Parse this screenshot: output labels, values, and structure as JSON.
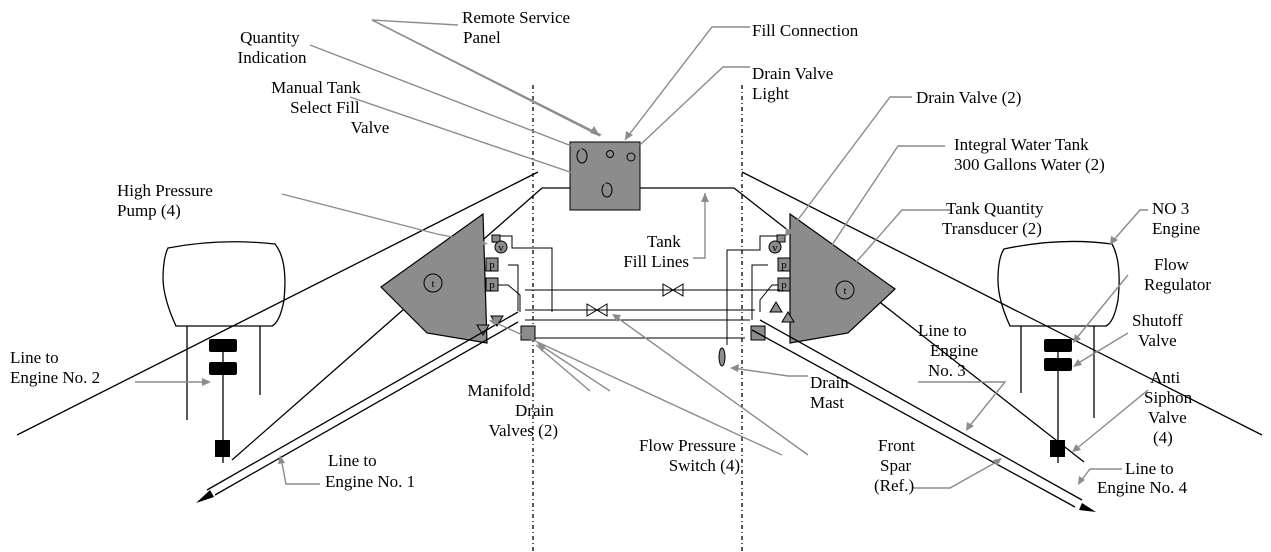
{
  "labels": {
    "remote_service_panel": [
      "Remote Service",
      "Panel"
    ],
    "fill_connection": [
      "Fill Connection"
    ],
    "quantity_indication": [
      "Quantity",
      "Indication"
    ],
    "drain_valve_light": [
      "Drain Valve",
      "Light"
    ],
    "manual_tank_select": [
      "Manual Tank",
      "Select Fill",
      "Valve"
    ],
    "drain_valve_2": [
      "Drain Valve (2)"
    ],
    "integral_water_tank": [
      "Integral Water Tank",
      "300 Gallons Water (2)"
    ],
    "high_pressure_pump": [
      "High Pressure",
      "Pump (4)"
    ],
    "tank_quantity_transducer": [
      "Tank Quantity",
      "Transducer (2)"
    ],
    "no3_engine": [
      "NO 3",
      "Engine"
    ],
    "tank_fill_lines": [
      "Tank",
      "Fill Lines"
    ],
    "flow_regulator": [
      "Flow",
      "Regulator"
    ],
    "shutoff_valve": [
      "Shutoff",
      "Valve"
    ],
    "line_engine_2": [
      "Line to",
      "Engine No. 2"
    ],
    "line_engine_3": [
      "Line to",
      "Engine",
      "No. 3"
    ],
    "manifold_drain": [
      "Manifold",
      "Drain",
      "Valves (2)"
    ],
    "drain_mast": [
      "Drain",
      "Mast"
    ],
    "anti_siphon": [
      "Anti",
      "Siphon",
      "Valve",
      "(4)"
    ],
    "flow_pressure_switch": [
      "Flow Pressure",
      "Switch (4)"
    ],
    "front_spar": [
      "Front",
      "Spar",
      "(Ref.)"
    ],
    "line_engine_1": [
      "Line to",
      "Engine No. 1"
    ],
    "line_engine_4": [
      "Line to",
      "Engine No. 4"
    ]
  },
  "symbols": {
    "transducer": "t",
    "valve": "v",
    "pump": "p"
  }
}
